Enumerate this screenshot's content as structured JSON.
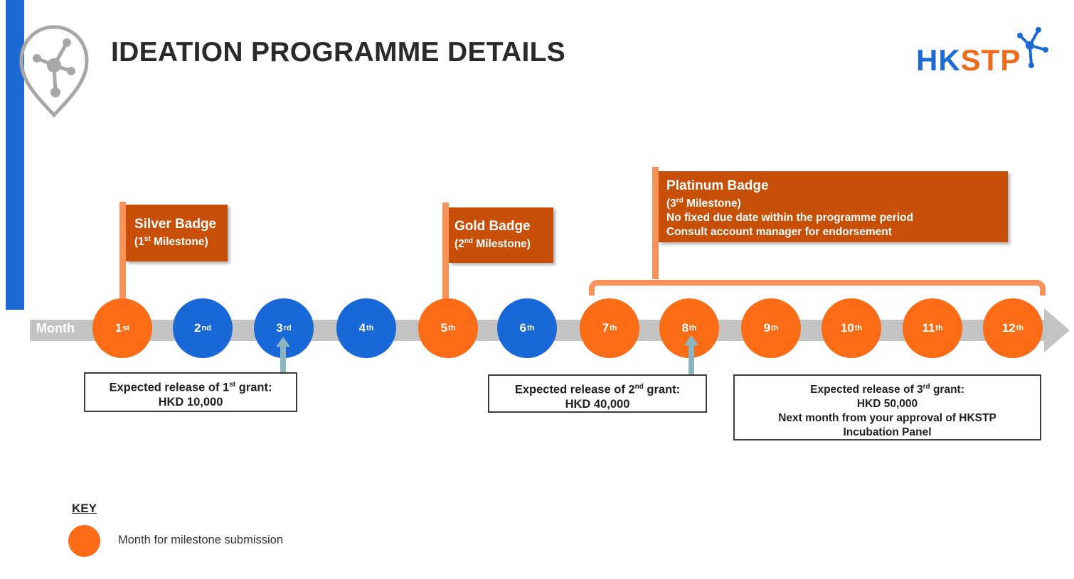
{
  "header": {
    "title": "IDEATION PROGRAMME DETAILS",
    "logo_text_left": "HK",
    "logo_text_right": "STP"
  },
  "timeline": {
    "label": "Month",
    "months": [
      {
        "num": "1",
        "suffix": "st",
        "kind": "milestone"
      },
      {
        "num": "2",
        "suffix": "nd",
        "kind": "regular"
      },
      {
        "num": "3",
        "suffix": "rd",
        "kind": "regular"
      },
      {
        "num": "4",
        "suffix": "th",
        "kind": "regular"
      },
      {
        "num": "5",
        "suffix": "th",
        "kind": "milestone"
      },
      {
        "num": "6",
        "suffix": "th",
        "kind": "regular"
      },
      {
        "num": "7",
        "suffix": "th",
        "kind": "milestone"
      },
      {
        "num": "8",
        "suffix": "th",
        "kind": "milestone"
      },
      {
        "num": "9",
        "suffix": "th",
        "kind": "milestone"
      },
      {
        "num": "10",
        "suffix": "th",
        "kind": "milestone"
      },
      {
        "num": "11",
        "suffix": "th",
        "kind": "milestone"
      },
      {
        "num": "12",
        "suffix": "th",
        "kind": "milestone"
      }
    ]
  },
  "badges": {
    "silver": {
      "title": "Silver Badge",
      "line1_pre": "(1",
      "line1_sup": "st",
      "line1_post": " Milestone)"
    },
    "gold": {
      "title": "Gold Badge",
      "line1_pre": "(2",
      "line1_sup": "nd",
      "line1_post": " Milestone)"
    },
    "platinum": {
      "title": "Platinum Badge",
      "line1_pre": "(3",
      "line1_sup": "rd",
      "line1_post": " Milestone)",
      "line2": "No fixed due date within the programme period",
      "line3": "Consult account manager for endorsement"
    }
  },
  "grants": {
    "first": {
      "pre": "Expected release of 1",
      "sup": "st",
      "post": " grant:",
      "amount": "HKD 10,000"
    },
    "second": {
      "pre": "Expected release of 2",
      "sup": "nd",
      "post": " grant:",
      "amount": "HKD 40,000"
    },
    "third": {
      "pre": "Expected release of 3",
      "sup": "rd",
      "post": " grant:",
      "amount": "HKD 50,000",
      "line3": "Next month from your approval of HKSTP",
      "line4": "Incubation Panel"
    }
  },
  "key": {
    "title": "KEY",
    "items": [
      {
        "label": "Month for milestone submission",
        "color": "#fb6c17"
      }
    ]
  },
  "colors": {
    "brand_blue": "#1d6ad4",
    "brand_orange": "#ee6b1e",
    "milestone_orange": "#fb6c17",
    "regular_blue": "#1968d7",
    "flag_orange": "#c84f07",
    "pole_orange": "#f7935a",
    "timeline_grey": "#c3c3c3"
  }
}
